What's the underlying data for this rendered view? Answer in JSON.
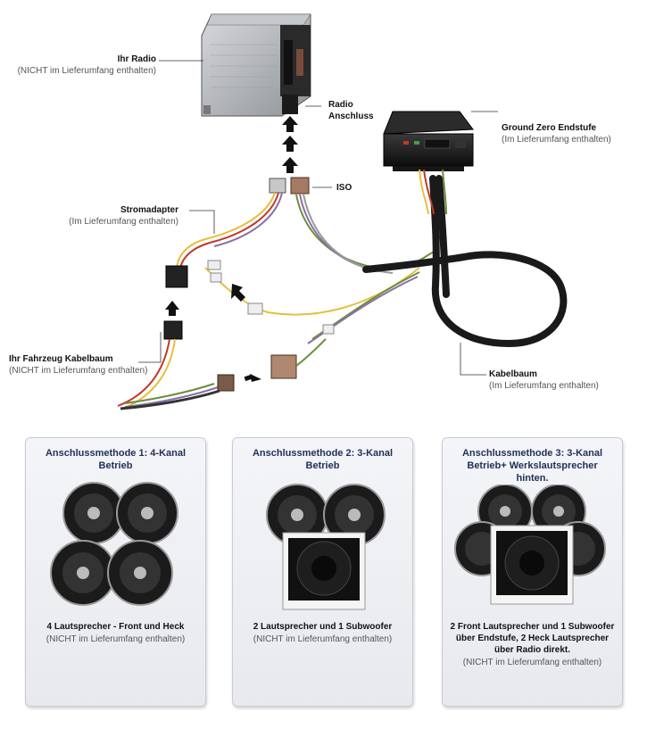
{
  "labels": {
    "radio": {
      "title": "Ihr Radio",
      "sub": "(NICHT im Lieferumfang enthalten)"
    },
    "radio_conn": {
      "title": "Radio",
      "title2": "Anschluss"
    },
    "amp": {
      "title": "Ground Zero Endstufe",
      "sub": "(Im Lieferumfang enthalten)"
    },
    "iso": {
      "title": "ISO"
    },
    "power": {
      "title": "Stromadapter",
      "sub": "(Im Lieferumfang enthalten)"
    },
    "harness_car": {
      "title": "Ihr Fahrzeug Kabelbaum",
      "sub": "(NICHT im Lieferumfang enthalten)"
    },
    "harness": {
      "title": "Kabelbaum",
      "sub": "(Im Lieferumfang enthalten)"
    }
  },
  "panels": [
    {
      "title": "Anschlussmethode 1: 4-Kanal Betrieb",
      "desc": "4 Lautsprecher - Front und Heck",
      "note": "(NICHT im Lieferumfang enthalten)"
    },
    {
      "title": "Anschlussmethode 2: 3-Kanal Betrieb",
      "desc": "2 Lautsprecher und 1 Subwoofer",
      "note": "(NICHT im Lieferumfang enthalten)"
    },
    {
      "title": "Anschlussmethode 3: 3-Kanal Betrieb+ Werkslautsprecher hinten.",
      "desc": "2 Front Lautsprecher und 1 Subwoofer über Endstufe, 2 Heck Lautsprecher über Radio direkt.",
      "note": "(NICHT im Lieferumfang enthalten)"
    }
  ],
  "colors": {
    "panel_title": "#1f2f57",
    "wire_yellow": "#e3c040",
    "wire_red": "#c0392b",
    "wire_green": "#6b8e3a",
    "wire_purple": "#8a6fa8",
    "iso_brown": "#a57a62"
  }
}
